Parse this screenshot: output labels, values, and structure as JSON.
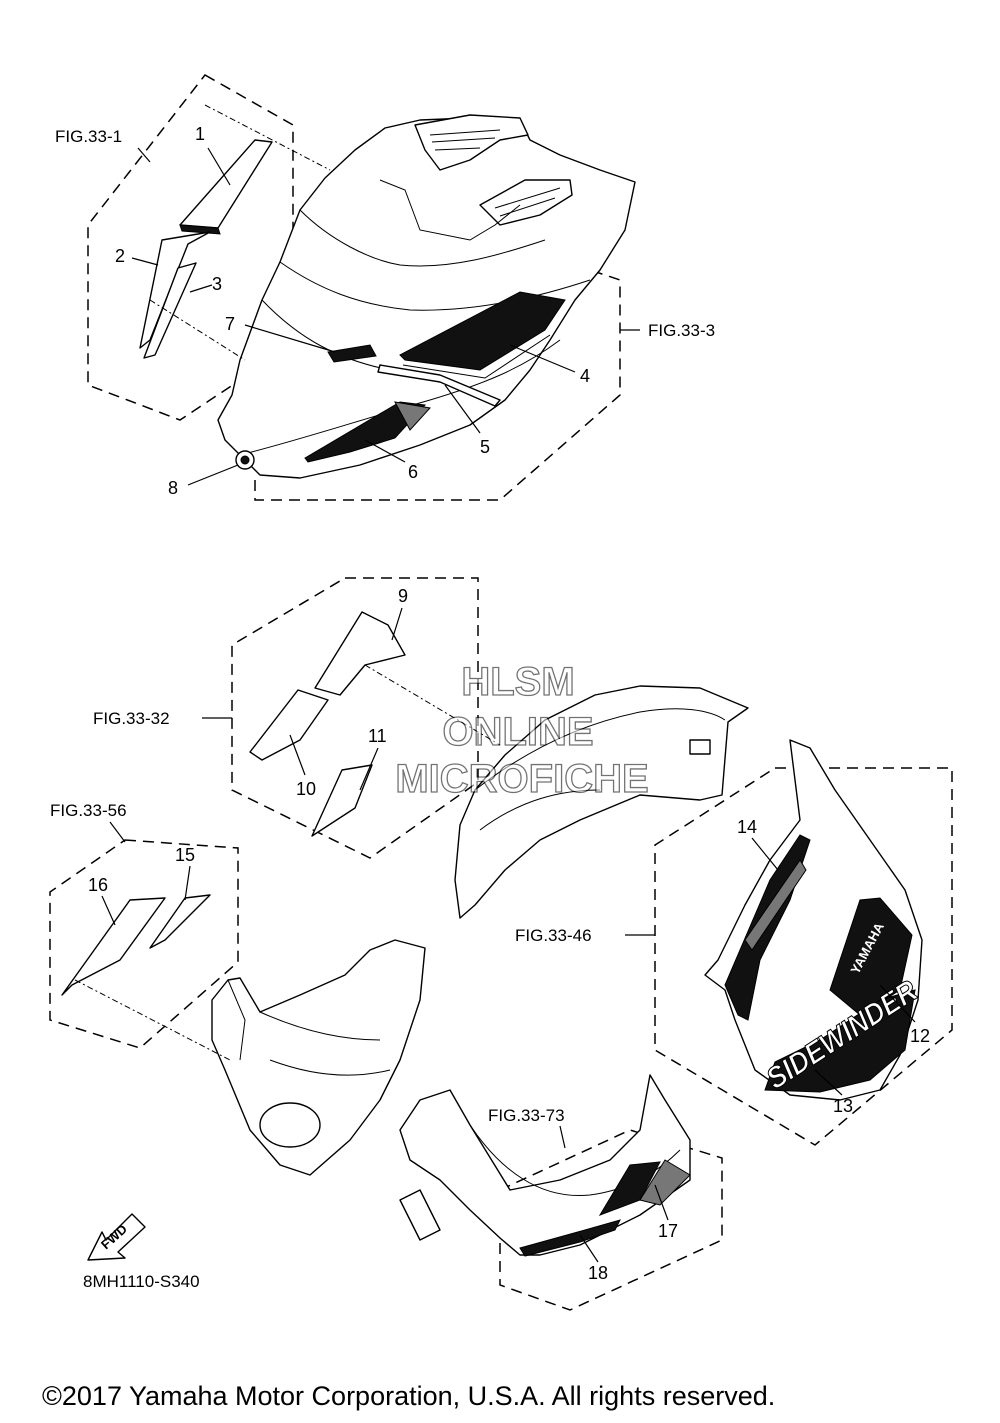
{
  "figure_refs": {
    "fig_33_1": "FIG.33-1",
    "fig_33_3": "FIG.33-3",
    "fig_33_32": "FIG.33-32",
    "fig_33_56": "FIG.33-56",
    "fig_33_46": "FIG.33-46",
    "fig_33_73": "FIG.33-73"
  },
  "callouts": [
    "1",
    "2",
    "3",
    "4",
    "5",
    "6",
    "7",
    "8",
    "9",
    "10",
    "11",
    "12",
    "13",
    "14",
    "15",
    "16",
    "17",
    "18"
  ],
  "watermark": {
    "line1": "HLSM",
    "line2": "ONLINE",
    "line3": "MICROFICHE"
  },
  "decal_text": {
    "brand": "YAMAHA",
    "model": "SIDEWINDER"
  },
  "fwd_label": "FWD",
  "diagram_code": "8MH1110-S340",
  "copyright": "©2017 Yamaha Motor Corporation, U.S.A. All rights reserved."
}
